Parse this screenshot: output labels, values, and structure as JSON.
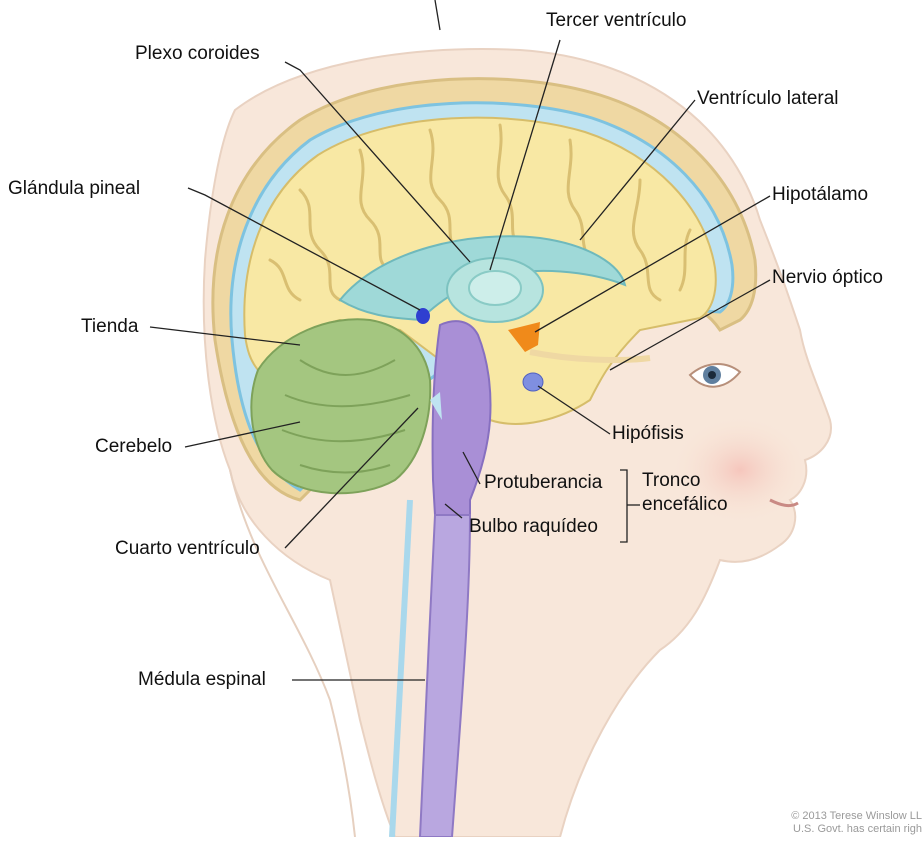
{
  "labels": {
    "tercer_ventriculo": "Tercer ventrículo",
    "plexo_coroides": "Plexo coroides",
    "ventriculo_lateral": "Ventrículo lateral",
    "glandula_pineal": "Glándula pineal",
    "hipotalamo": "Hipotálamo",
    "nervio_optico": "Nervio óptico",
    "tienda": "Tienda",
    "cerebelo": "Cerebelo",
    "hipofisis": "Hipófisis",
    "protuberancia": "Protuberancia",
    "tronco_line1": "Tronco",
    "tronco_line2": "encefálico",
    "bulbo_raquideo": "Bulbo raquídeo",
    "cuarto_ventriculo": "Cuarto ventrículo",
    "medula_espinal": "Médula espinal"
  },
  "copyright": {
    "line1": "© 2013 Terese Winslow LL",
    "line2": "U.S. Govt. has certain righ"
  },
  "colors": {
    "skin": "#f7e6d8",
    "skull": "#f0dcab",
    "csf": "#a9d8ec",
    "cerebrum": "#f7e7a0",
    "cerebellum": "#9dc07a",
    "brainstem": "#a98fd6",
    "hypothalamus": "#f08a1a",
    "pineal": "#2f3fd0"
  }
}
